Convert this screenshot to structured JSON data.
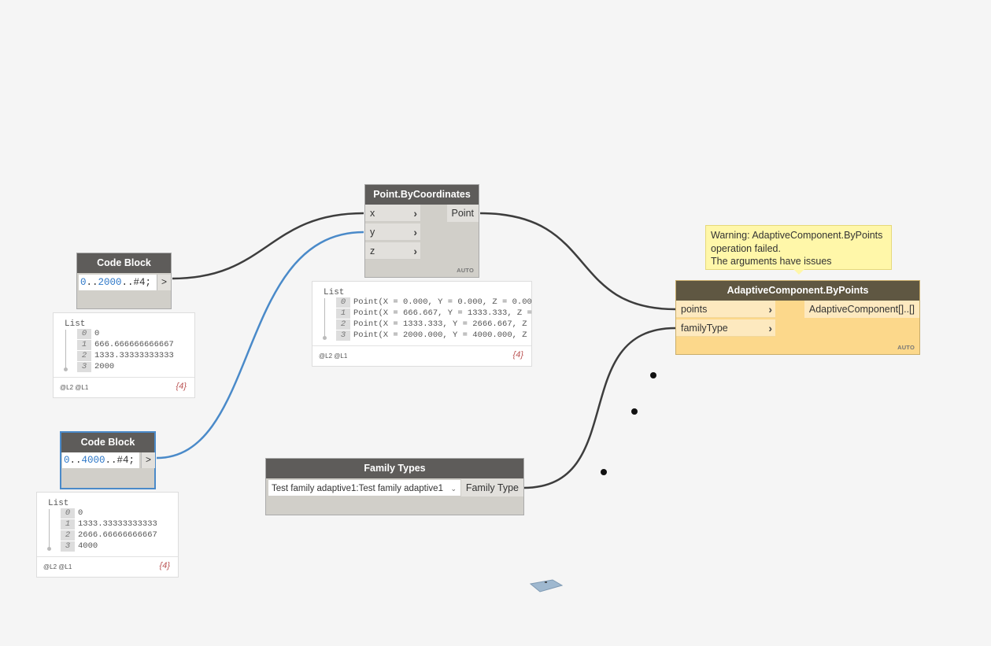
{
  "nodes": {
    "code_block_1": {
      "title": "Code Block",
      "code_prefix": "0",
      "code_dots1": "..",
      "code_num": "2000",
      "code_suffix": "..#4;",
      "out": ">"
    },
    "code_block_2": {
      "title": "Code Block",
      "code_prefix": "0",
      "code_dots1": "..",
      "code_num": "4000",
      "code_suffix": "..#4;",
      "out": ">"
    },
    "point_by_coordinates": {
      "title": "Point.ByCoordinates",
      "inputs": [
        "x",
        "y",
        "z"
      ],
      "output": "Point",
      "lacing": "AUTO"
    },
    "adaptive_component": {
      "title": "AdaptiveComponent.ByPoints",
      "inputs": [
        "points",
        "familyType"
      ],
      "output": "AdaptiveComponent[]..[]",
      "lacing": "AUTO",
      "warning": {
        "line1": "Warning: AdaptiveComponent.ByPoints",
        "line2": "operation failed.",
        "line3": "The arguments have issues"
      }
    },
    "family_types": {
      "title": "Family Types",
      "selected": "Test family adaptive1:Test family adaptive1",
      "output": "Family Type"
    }
  },
  "previews": {
    "code_block_1": {
      "label": "List",
      "items": [
        {
          "i": "0",
          "v": "0"
        },
        {
          "i": "1",
          "v": "666.666666666667"
        },
        {
          "i": "2",
          "v": "1333.33333333333"
        },
        {
          "i": "3",
          "v": "2000"
        }
      ],
      "levels": "@L2 @L1",
      "count": "{4}"
    },
    "code_block_2": {
      "label": "List",
      "items": [
        {
          "i": "0",
          "v": "0"
        },
        {
          "i": "1",
          "v": "1333.33333333333"
        },
        {
          "i": "2",
          "v": "2666.66666666667"
        },
        {
          "i": "3",
          "v": "4000"
        }
      ],
      "levels": "@L2 @L1",
      "count": "{4}"
    },
    "point_by_coordinates": {
      "label": "List",
      "items": [
        {
          "i": "0",
          "v": "Point(X = 0.000, Y = 0.000, Z = 0.00"
        },
        {
          "i": "1",
          "v": "Point(X = 666.667, Y = 1333.333, Z ="
        },
        {
          "i": "2",
          "v": "Point(X = 1333.333, Y = 2666.667, Z"
        },
        {
          "i": "3",
          "v": "Point(X = 2000.000, Y = 4000.000, Z"
        }
      ],
      "levels": "@L2 @L1",
      "count": "{4}"
    }
  },
  "colors": {
    "canvas": "#f5f5f5",
    "node_header": "#5e5c5a",
    "warning_header": "#5f5742",
    "warning_body": "#fcd88b",
    "selected_wire": "#4a8ac9",
    "wire": "#3d3d3d"
  }
}
